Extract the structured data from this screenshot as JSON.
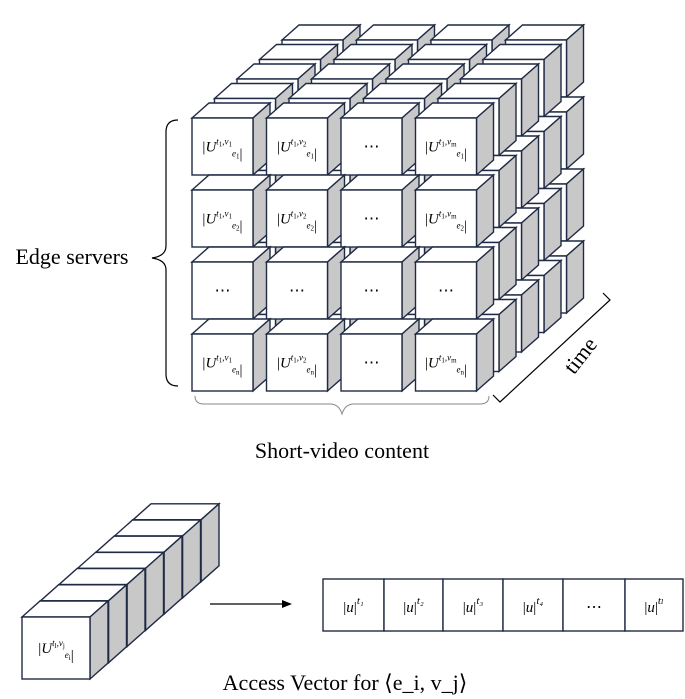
{
  "labels": {
    "edge_servers": "Edge servers",
    "short_video_content": "Short-video content",
    "time": "time",
    "access_vector_caption": "Access Vector for ⟨e_i, v_j⟩"
  },
  "cube": {
    "rows": 4,
    "cols": 4,
    "depth": 5,
    "front_cells": [
      [
        {
          "t": "1",
          "v": "1",
          "e": "1"
        },
        {
          "t": "1",
          "v": "2",
          "e": "1"
        },
        {
          "dots": "⋯"
        },
        {
          "t": "1",
          "v": "m",
          "e": "1"
        }
      ],
      [
        {
          "t": "1",
          "v": "1",
          "e": "2"
        },
        {
          "t": "1",
          "v": "2",
          "e": "2"
        },
        {
          "dots": "⋯"
        },
        {
          "t": "1",
          "v": "m",
          "e": "2"
        }
      ],
      [
        {
          "dots": "⋯"
        },
        {
          "dots": "⋯"
        },
        {
          "dots": "⋯"
        },
        {
          "dots": "⋯"
        }
      ],
      [
        {
          "t": "1",
          "v": "1",
          "e": "n"
        },
        {
          "t": "1",
          "v": "2",
          "e": "n"
        },
        {
          "dots": "⋯"
        },
        {
          "t": "1",
          "v": "m",
          "e": "n"
        }
      ]
    ]
  },
  "column": {
    "depth": 7,
    "front_cell": {
      "t": "l",
      "v": "j",
      "e": "i"
    }
  },
  "vector": {
    "cells": [
      {
        "sup": "t₁"
      },
      {
        "sup": "t₂"
      },
      {
        "sup": "t₃"
      },
      {
        "sup": "t₄"
      },
      {
        "dots": "⋯"
      },
      {
        "sup": "tₗ"
      }
    ]
  },
  "colors": {
    "stroke": "#1f2a44",
    "side": "#c8c8c8",
    "top": "#ffffff",
    "front": "#ffffff"
  }
}
